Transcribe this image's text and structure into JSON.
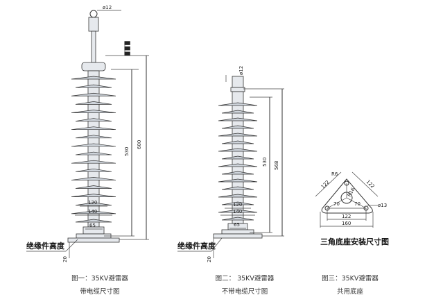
{
  "figure1": {
    "phi_top": "ø12",
    "dim_side": "600",
    "dim_inner": "530",
    "dim_120": "120",
    "dim_140": "140",
    "dim_65": "65",
    "dim_20": "20",
    "label_height": "绝缘件高度",
    "caption_title": "图一：35KV避雷器",
    "caption_sub": "带电缆尺寸图"
  },
  "figure2": {
    "phi_top": "ø12",
    "dim_side": "568",
    "dim_inner": "530",
    "dim_120": "120",
    "dim_140": "140",
    "dim_65": "65",
    "dim_20": "20",
    "label_height": "绝缘件高度",
    "caption_title": "图二：  35KV避雷器",
    "caption_sub": "不带电缆尺寸图"
  },
  "figure3": {
    "dim_r86": "R6",
    "dim_122_left": "122",
    "dim_122_right": "122",
    "dim_70_a": "70",
    "dim_70_b": "70",
    "dim_r16": "R16",
    "dim_phi13": "ø13",
    "dim_122_bottom": "122",
    "dim_160": "160",
    "label": "三角底座安装尺寸图",
    "caption_title": "图三：35KV避雷器",
    "caption_sub": "共用底座"
  }
}
